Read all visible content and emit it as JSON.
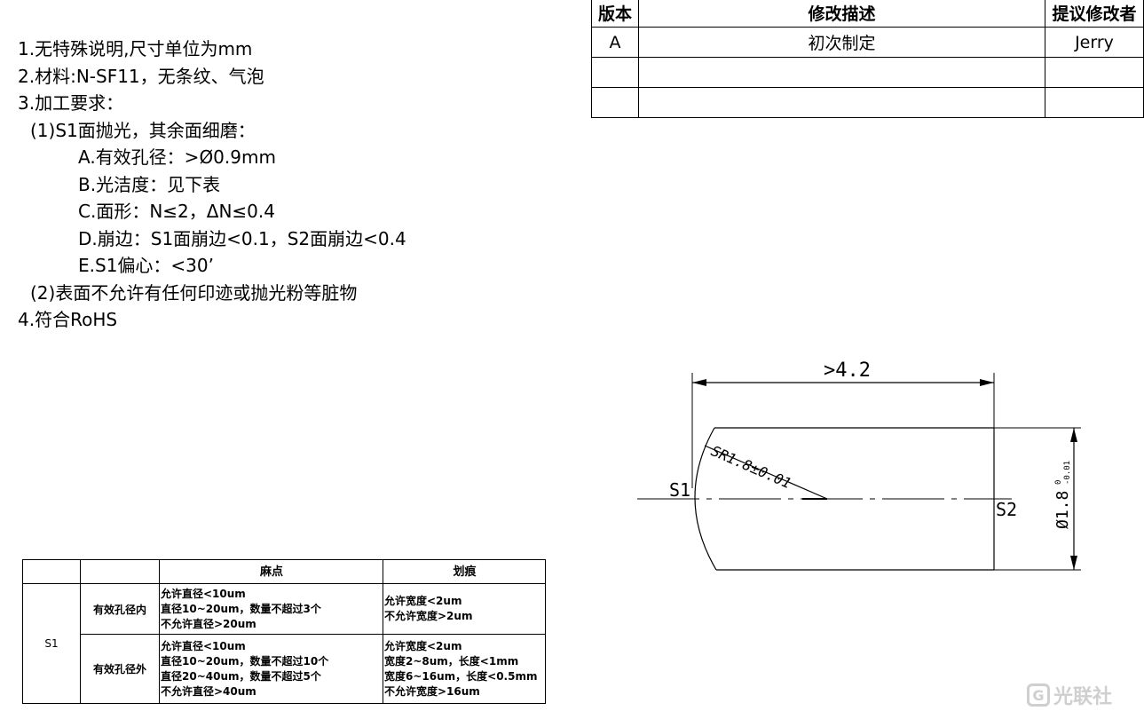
{
  "notes": [
    "1.无特殊说明,尺寸单位为mm",
    "2.材料:N-SF11，无条纹、气泡",
    "3.加工要求：",
    "(1)S1面抛光，其余面细磨：",
    "A.有效孔径：>Ø0.9mm",
    "B.光洁度：见下表",
    "C.面形：N≤2，ΔN≤0.4",
    "D.崩边：S1面崩边<0.1，S2面崩边<0.4",
    "E.S1偏心：<30’",
    "(2)表面不允许有任何印迹或抛光粉等脏物",
    "4.符合RoHS"
  ],
  "revision_table": {
    "headers": [
      "版本",
      "修改描述",
      "提议修改者"
    ],
    "rows": [
      [
        "A",
        "初次制定",
        "Jerry"
      ],
      [
        "",
        "",
        ""
      ],
      [
        "",
        "",
        ""
      ]
    ]
  },
  "quality_table": {
    "headers": [
      "",
      "",
      "麻点",
      "划痕"
    ],
    "surface": "S1",
    "rows": [
      {
        "zone": "有效孔径内",
        "pits": [
          "允许直径<10um",
          "直径10~20um，数量不超过3个",
          "不允许直径>20um"
        ],
        "scratches": [
          "允许宽度<2um",
          "不允许宽度>2um"
        ]
      },
      {
        "zone": "有效孔径外",
        "pits": [
          "允许直径<10um",
          "直径10~20um，数量不超过10个",
          "直径20~40um，数量不超过5个",
          "不允许直径>40um"
        ],
        "scratches": [
          "允许宽度<2um",
          "宽度2~8um，长度<1mm",
          "宽度6~16um，长度<0.5mm",
          "不允许宽度>16um"
        ]
      }
    ]
  },
  "drawing": {
    "length_label": ">4.2",
    "radius_label": "SR1.8±0.01",
    "diameter_label": "Ø1.8",
    "diameter_tol_upper": "0",
    "diameter_tol_lower": "-0.01",
    "s1_label": "S1",
    "s2_label": "S2"
  },
  "watermark": {
    "logo_glyph": "G",
    "text": "光联社"
  }
}
